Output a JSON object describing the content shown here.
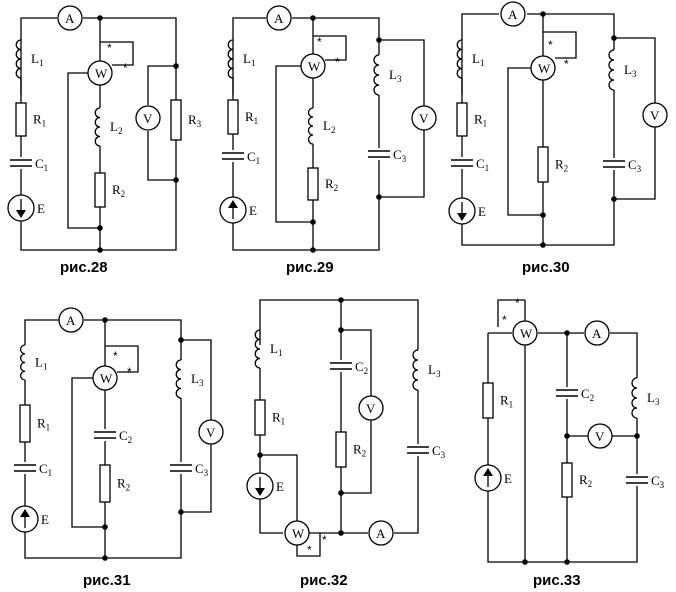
{
  "instrument_labels": {
    "ammeter": "A",
    "wattmeter": "W",
    "voltmeter": "V",
    "star": "*"
  },
  "figures": [
    {
      "caption": "рис.28",
      "labels": {
        "L1": [
          "L",
          "1"
        ],
        "R1": [
          "R",
          "1"
        ],
        "C1": [
          "C",
          "1"
        ],
        "E": [
          "E",
          ""
        ],
        "L2": [
          "L",
          "2"
        ],
        "R2": [
          "R",
          "2"
        ],
        "R3": [
          "R",
          "3"
        ]
      }
    },
    {
      "caption": "рис.29",
      "labels": {
        "L1": [
          "L",
          "1"
        ],
        "R1": [
          "R",
          "1"
        ],
        "C1": [
          "C",
          "1"
        ],
        "E": [
          "E",
          ""
        ],
        "L2": [
          "L",
          "2"
        ],
        "R2": [
          "R",
          "2"
        ],
        "L3": [
          "L",
          "3"
        ],
        "C3": [
          "C",
          "3"
        ]
      }
    },
    {
      "caption": "рис.30",
      "labels": {
        "L1": [
          "L",
          "1"
        ],
        "R1": [
          "R",
          "1"
        ],
        "C1": [
          "C",
          "1"
        ],
        "E": [
          "E",
          ""
        ],
        "R2": [
          "R",
          "2"
        ],
        "L3": [
          "L",
          "3"
        ],
        "C3": [
          "C",
          "3"
        ]
      }
    },
    {
      "caption": "рис.31",
      "labels": {
        "L1": [
          "L",
          "1"
        ],
        "R1": [
          "R",
          "1"
        ],
        "C1": [
          "C",
          "1"
        ],
        "E": [
          "E",
          ""
        ],
        "C2": [
          "C",
          "2"
        ],
        "R2": [
          "R",
          "2"
        ],
        "L3": [
          "L",
          "3"
        ],
        "C3": [
          "C",
          "3"
        ]
      }
    },
    {
      "caption": "рис.32",
      "labels": {
        "L1": [
          "L",
          "1"
        ],
        "R1": [
          "R",
          "1"
        ],
        "E": [
          "E",
          ""
        ],
        "C2": [
          "C",
          "2"
        ],
        "R2": [
          "R",
          "2"
        ],
        "L3": [
          "L",
          "3"
        ],
        "C3": [
          "C",
          "3"
        ]
      }
    },
    {
      "caption": "рис.33",
      "labels": {
        "R1": [
          "R",
          "1"
        ],
        "E": [
          "E",
          ""
        ],
        "C2": [
          "C",
          "2"
        ],
        "R2": [
          "R",
          "2"
        ],
        "L3": [
          "L",
          "3"
        ],
        "C3": [
          "C",
          "3"
        ]
      }
    }
  ]
}
